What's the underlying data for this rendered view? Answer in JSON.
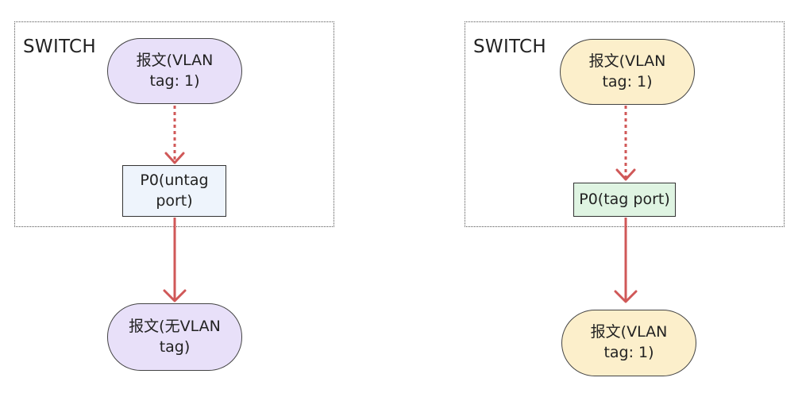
{
  "colors": {
    "packet_left": "#e8e0f9",
    "packet_right": "#fcefcb",
    "untag_port": "#eef4fc",
    "tag_port": "#dff4e2",
    "arrow": "#d05858"
  },
  "left": {
    "switch_label": "SWITCH",
    "packet_in": "报文(VLAN\ntag: 1)",
    "port": "P0(untag\nport)",
    "packet_out": "报文(无VLAN\ntag)"
  },
  "right": {
    "switch_label": "SWITCH",
    "packet_in": "报文(VLAN\ntag: 1)",
    "port": "P0(tag port)",
    "packet_out": "报文(VLAN\ntag: 1)"
  }
}
